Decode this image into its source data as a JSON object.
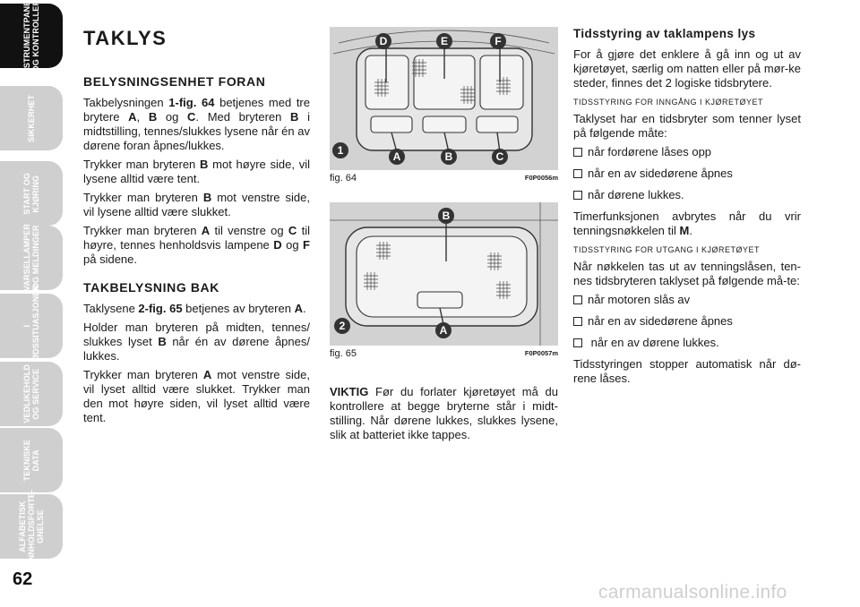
{
  "sidebar": {
    "tabs": [
      {
        "label": "INSTRUMENTPANEL\nOG KONTROLLER",
        "active": true
      },
      {
        "label": "SIKKERHET",
        "active": false
      },
      {
        "label": "START OG\nKJØRING",
        "active": false
      },
      {
        "label": "VARSELLAMPER\nOG MELDINGER",
        "active": false
      },
      {
        "label": "I NØDSSITUASJONER",
        "active": false
      },
      {
        "label": "VEDLIKEHOLD\nOG SERVICE",
        "active": false
      },
      {
        "label": "TEKNISKE\nDATA",
        "active": false
      },
      {
        "label": "ALFABETISK\nINNHOLDSFORTE-\nGNELSE",
        "active": false
      }
    ],
    "page_number": "62"
  },
  "col1": {
    "title": "TAKLYS",
    "front_heading": "BELYSNINGSENHET FORAN",
    "p1_pre": "Takbelysningen ",
    "p1_ref": "1-fig. 64",
    "p1_mid": " betjenes med tre brytere ",
    "p1_a": "A",
    "p1_comma": ", ",
    "p1_b": "B",
    "p1_og": " og ",
    "p1_c": "C",
    "p1_mid2": ". Med bryteren ",
    "p1_b2": "B",
    "p1_post": " i midtstilling, tennes/slukkes lysene når én av dørene foran åpnes/lukkes.",
    "p2_pre": "Trykker man bryteren ",
    "p2_b": "B",
    "p2_post": " mot høyre side, vil lysene alltid være tent.",
    "p3_pre": "Trykker man bryteren ",
    "p3_b": "B",
    "p3_post": " mot venstre side, vil lysene alltid være slukket.",
    "p4_pre": "Trykker man bryteren ",
    "p4_a": "A",
    "p4_mid": " til venstre og ",
    "p4_c": "C",
    "p4_mid2": " til høyre, tennes henholdsvis lampene ",
    "p4_d": "D",
    "p4_og": " og ",
    "p4_f": "F",
    "p4_post": " på sidene.",
    "rear_heading": "TAKBELYSNING BAK",
    "p5_pre": "Taklysene ",
    "p5_ref": "2-fig. 65",
    "p5_mid": " betjenes av bryteren ",
    "p5_a": "A",
    "p5_post": ".",
    "p6_pre": "Holder man bryteren på midten, tennes/ slukkes lyset ",
    "p6_b": "B",
    "p6_post": " når én av dørene åpnes/ lukkes.",
    "p7_pre": "Trykker man bryteren ",
    "p7_a": "A",
    "p7_post": " mot venstre side, vil lyset alltid være slukket. Trykker man den mot høyre siden, vil lyset alltid være tent."
  },
  "fig64": {
    "caption": "fig. 64",
    "code": "F0P0056m",
    "labels": {
      "d": "D",
      "e": "E",
      "f": "F",
      "one": "1",
      "a": "A",
      "b": "B",
      "c": "C"
    }
  },
  "fig65": {
    "caption": "fig. 65",
    "code": "F0P0057m",
    "labels": {
      "b": "B",
      "two": "2",
      "a": "A"
    }
  },
  "col2": {
    "note_label": "VIKTIG",
    "note_text": " Før du forlater kjøretøyet må du kontrollere at begge bryterne står i midt-stilling. Når dørene lukkes, slukkes lysene, slik at batteriet ikke tappes."
  },
  "col3": {
    "heading": "Tidsstyring av taklampens lys",
    "intro": "For å gjøre det enklere å gå inn og ut av kjøretøyet, særlig om natten eller på mør-ke steder, finnes det 2 logiske tidsbrytere.",
    "entry_heading": "TIDSSTYRING FOR INNGÅNG I KJØRETØYET",
    "entry_text": "Taklyset har en tidsbryter som tenner lyset på følgende måte:",
    "entry_items": [
      "når fordørene låses opp",
      "når en av sidedørene åpnes",
      "når dørene lukkes."
    ],
    "timer_pre": "Timerfunksjonen avbrytes når du vrir tenningsnøkkelen til ",
    "timer_key": "M",
    "timer_post": ".",
    "exit_heading": "TIDSSTYRING FOR UTGANG I KJØRETØYET",
    "exit_text": "Når nøkkelen tas ut av tenningslåsen, ten-nes tidsbryteren taklyset på følgende må-te:",
    "exit_items": [
      "når motoren slås av",
      "når en av sidedørene åpnes",
      " når en av dørene lukkes."
    ],
    "final": "Tidsstyringen stopper automatisk når dø-rene låses."
  },
  "watermark": "carmanualsonline.info"
}
